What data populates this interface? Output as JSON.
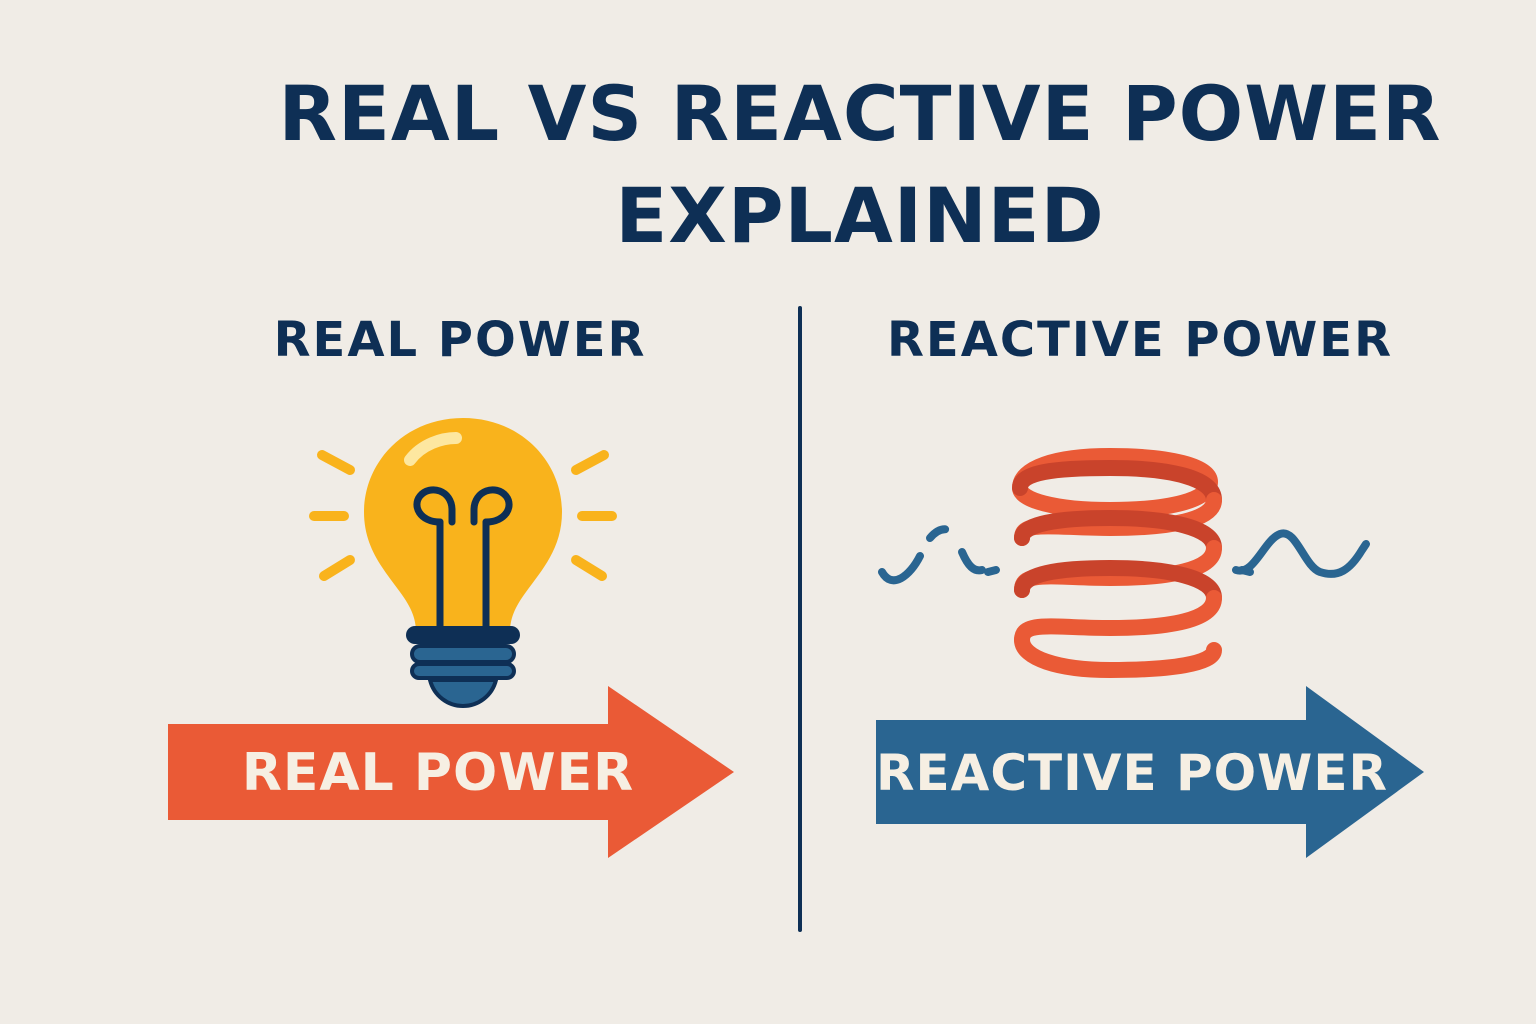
{
  "title": {
    "line1": "REAL VS REACTIVE POWER",
    "line2": "EXPLAINED"
  },
  "real": {
    "heading": "REAL POWER",
    "arrow_label": "REAL POWER",
    "icon": "light-bulb-icon",
    "arrow_color": "#ea5a36"
  },
  "reactive": {
    "heading": "REACTIVE POWER",
    "arrow_label": "REACTIVE POWER",
    "icon": "coil-spring-icon",
    "arrow_color": "#2a6591"
  },
  "colors": {
    "background": "#f0ece6",
    "text_navy": "#0e2f55",
    "bulb_yellow": "#f9b31c",
    "spring_orange": "#ea5a36",
    "wave_blue": "#2a6591"
  }
}
